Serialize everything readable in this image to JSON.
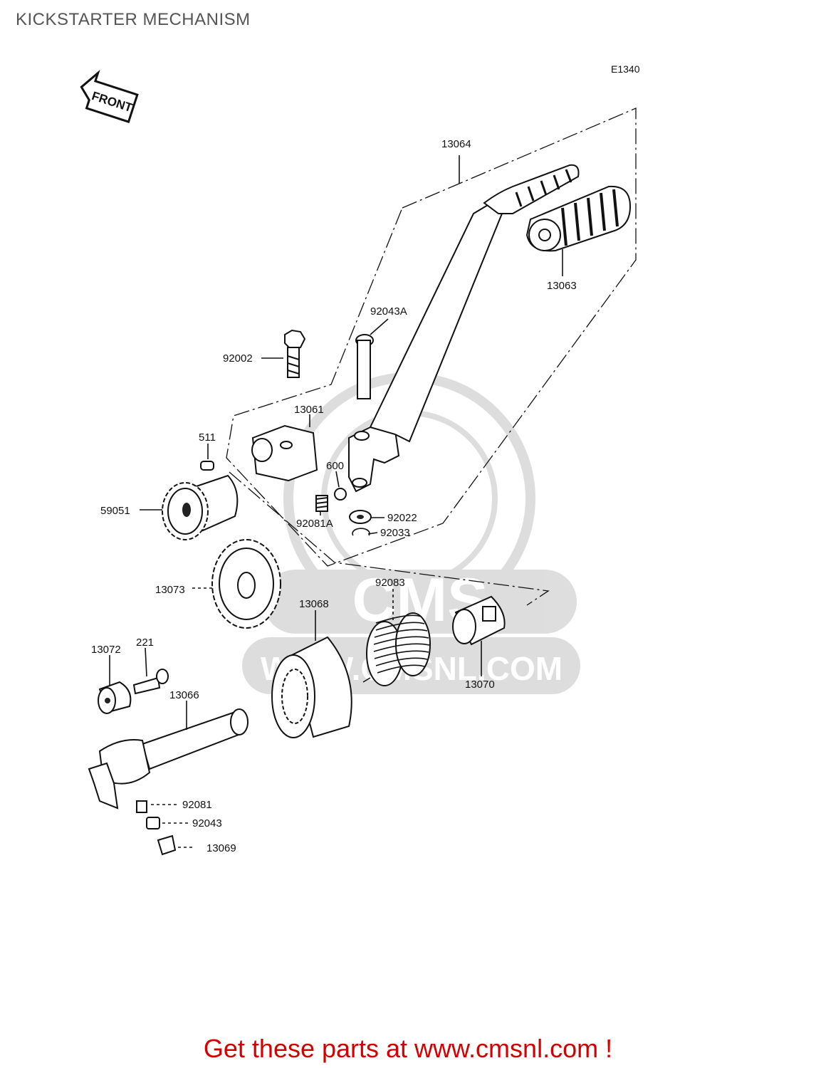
{
  "title": "KICKSTARTER MECHANISM",
  "figure_code": "E1340",
  "front_marker": "FRONT",
  "watermark": {
    "logo": "CMS",
    "url": "WWW.CMSNL.COM"
  },
  "parts": {
    "p13064": "13064",
    "p13063": "13063",
    "p92043A": "92043A",
    "p92002": "92002",
    "p13061": "13061",
    "p511": "511",
    "p600": "600",
    "p59051": "59051",
    "p92081A": "92081A",
    "p92022": "92022",
    "p92033": "92033",
    "p92083": "92083",
    "p13073": "13073",
    "p13068": "13068",
    "p13072": "13072",
    "p221": "221",
    "p13066": "13066",
    "p13070": "13070",
    "p92081": "92081",
    "p92043": "92043",
    "p13069": "13069"
  },
  "footer_link": "Get these parts at www.cmsnl.com !"
}
